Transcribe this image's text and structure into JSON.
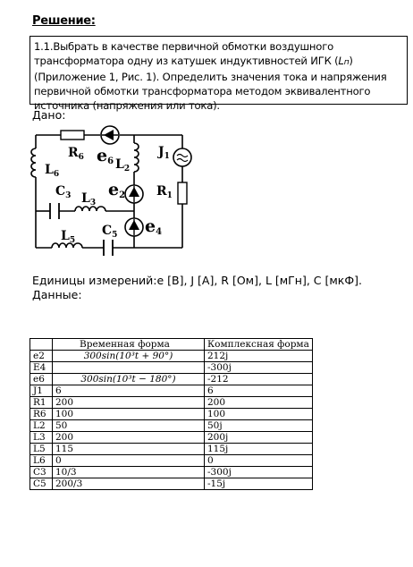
{
  "heading": "Решение:",
  "task": {
    "line1": "1.1.Выбрать в качестве первичной обмотки воздушного",
    "line2_a": "трансформатора одну из катушек индуктивностей ИГК (",
    "line2_ital": "L",
    "line2_sub": "п",
    "line2_b": ")",
    "line3": "(Приложение 1, Рис. 1). Определить значения тока и напряжения",
    "line4": "первичной обмотки трансформатора методом эквивалентного",
    "line5": "источника (напряжения или тока)."
  },
  "given_label": "Дано:",
  "circuit": {
    "labels": {
      "R6": "R",
      "R6_sub": "6",
      "e6": "e",
      "e6_sub": "6",
      "J1": "J",
      "J1_sub": "1",
      "L6": "L",
      "L6_sub": "6",
      "L2": "L",
      "L2_sub": "2",
      "e2": "e",
      "e2_sub": "2",
      "R1": "R",
      "R1_sub": "1",
      "C3": "C",
      "C3_sub": "3",
      "L3": "L",
      "L3_sub": "3",
      "L5": "L",
      "L5_sub": "5",
      "C5": "C",
      "C5_sub": "5",
      "e4": "e",
      "e4_sub": "4"
    }
  },
  "units_line": "Единицы измерений:e [В], J [А], R [Ом], L [мГн], C [мкФ].",
  "data_label": "Данные:",
  "table": {
    "headers": [
      "",
      "Временная форма",
      "Комплексная форма"
    ],
    "rows": [
      {
        "name": "e2",
        "time": "300sin(10³t + 90°)",
        "complex": " 212j"
      },
      {
        "name": "E4",
        "time": "",
        "complex": "-300j"
      },
      {
        "name": "e6",
        "time": "300sin(10³t − 180°)",
        "complex": "-212"
      },
      {
        "name": "J1",
        "time": "6",
        "complex": "6"
      },
      {
        "name": "R1",
        "time": "200",
        "complex": "200"
      },
      {
        "name": "R6",
        "time": "100",
        "complex": "100"
      },
      {
        "name": "L2",
        "time": "50",
        "complex": "50j"
      },
      {
        "name": "L3",
        "time": "200",
        "complex": "200j"
      },
      {
        "name": "L5",
        "time": "115",
        "complex": "115j"
      },
      {
        "name": "L6",
        "time": "0",
        "complex": "0"
      },
      {
        "name": "C3",
        "time": "10/3",
        "complex": "-300j"
      },
      {
        "name": "C5",
        "time": "200/3",
        "complex": "-15j"
      }
    ]
  }
}
